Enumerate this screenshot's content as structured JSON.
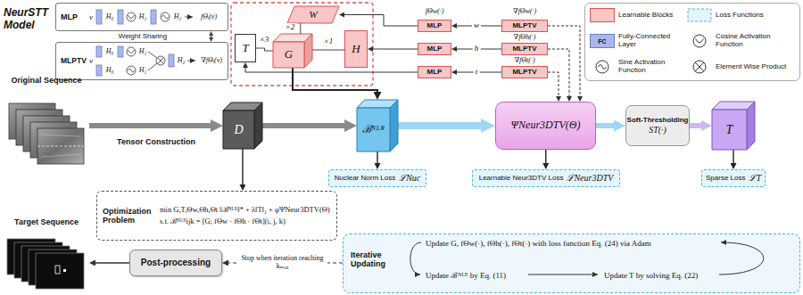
{
  "diagram": {
    "title": "NeurSTT Model",
    "nodes": [
      {
        "text": [
          "MLP"
        ]
      },
      {
        "text": [
          "MLPTV"
        ]
      },
      {
        "text": [
          "T"
        ]
      },
      {
        "text": [
          "G"
        ]
      },
      {
        "text": [
          "W"
        ]
      },
      {
        "text": [
          "H"
        ]
      },
      {
        "text": [
          "MLP"
        ]
      },
      {
        "text": [
          "MLPTV"
        ]
      },
      {
        "text": [
          "MLP"
        ]
      },
      {
        "text": [
          "MLPTV"
        ]
      },
      {
        "text": [
          "MLP"
        ]
      },
      {
        "text": [
          "MLPTV"
        ]
      },
      {
        "text": [
          "Original Sequence"
        ]
      },
      {
        "text": [
          "D"
        ]
      },
      {
        "text": [
          "ℬᴺᴸᴿ"
        ]
      },
      {
        "text": [
          "ΨNeur3DTV(Θ)"
        ]
      },
      {
        "text": [
          "Soft-Thresholding",
          "ST(·)"
        ]
      },
      {
        "text": [
          "T"
        ]
      },
      {
        "text": [
          "Nuclear Norm Loss",
          "ℒNuc"
        ]
      },
      {
        "text": [
          "Learnable Neur3DTV Loss",
          "ℒNeur3DTV"
        ]
      },
      {
        "text": [
          "Sparse Loss",
          "ℒT"
        ]
      },
      {
        "text": [
          "Optimization Problem",
          "min G,T,Θw,Θh,Θt ‖ℬᴺᴸᴿ‖* + λ‖T‖₁ + φΨNeur3DTV(Θ)",
          "s.t. ℬᴺᴸᴿijk = [G; fΘw · fΘh · fΘt](i, j, k)"
        ]
      },
      {
        "text": [
          "Post-processing"
        ]
      },
      {
        "text": [
          "Iterative Updating",
          "Update G, fΘw(·), fΘh(·), fΘt(·) with loss function Eq. (24) via Adam",
          "Update ℬᴺᴸᴿ by Eq. (11)",
          "Update T by solving Eq. (22)"
        ]
      },
      {
        "text": [
          "Target Sequence"
        ]
      }
    ],
    "edges": [
      {
        "from": 0,
        "to": 1,
        "arrow": "both",
        "label": "Weight Sharing"
      },
      {
        "from": 3,
        "to": 4,
        "arrow": "none",
        "label": "×2"
      },
      {
        "from": 3,
        "to": 5,
        "arrow": "none",
        "label": "×1"
      },
      {
        "from": 3,
        "to": 2,
        "arrow": "none",
        "label": "×3"
      },
      {
        "from": 7,
        "to": 6,
        "arrow": "to",
        "label": "w"
      },
      {
        "from": 6,
        "to": 4,
        "arrow": "to",
        "label": "fΘw(·)"
      },
      {
        "from": 9,
        "to": 8,
        "arrow": "to",
        "label": "h"
      },
      {
        "from": 8,
        "to": 5,
        "arrow": "to"
      },
      {
        "from": 11,
        "to": 10,
        "arrow": "to",
        "label": "t"
      },
      {
        "from": 10,
        "to": 2,
        "arrow": "to"
      },
      {
        "from": 3,
        "to": 14,
        "arrow": "to"
      },
      {
        "from": 7,
        "to": 15,
        "arrow": "to"
      },
      {
        "from": 9,
        "to": 15,
        "arrow": "to"
      },
      {
        "from": 11,
        "to": 15,
        "arrow": "to"
      },
      {
        "from": 12,
        "to": 13,
        "arrow": "to",
        "label": "Tensor Construction"
      },
      {
        "from": 13,
        "to": 14,
        "arrow": "to"
      },
      {
        "from": 14,
        "to": 15,
        "arrow": "to"
      },
      {
        "from": 15,
        "to": 16,
        "arrow": "to"
      },
      {
        "from": 16,
        "to": 17,
        "arrow": "to"
      },
      {
        "from": 14,
        "to": 18,
        "arrow": "to"
      },
      {
        "from": 15,
        "to": 19,
        "arrow": "to"
      },
      {
        "from": 17,
        "to": 20,
        "arrow": "to"
      },
      {
        "from": 13,
        "to": 21,
        "arrow": "to"
      },
      {
        "from": 23,
        "to": 22,
        "arrow": "to",
        "label": "Stop when iteration reaching kₘₐₓ"
      },
      {
        "from": 22,
        "to": 24,
        "arrow": "to"
      }
    ],
    "labels": [
      "v",
      "H₀",
      "H₁",
      "H₂",
      "fΘᵢ(v)",
      "v",
      "H₀",
      "H₁",
      "H₀",
      "H₁",
      "H₂",
      "∇fΘᵢ(v)",
      "∇fΘw(·)",
      "∇fΘh(·)",
      "∇fΘt(·)",
      "FC"
    ],
    "legend": [
      {
        "text": "Learnable Blocks",
        "color": "#f8c6c6"
      },
      {
        "text": "Loss Functions"
      },
      {
        "text": "Fully-Connected Layer",
        "color": "#aab7ec"
      },
      {
        "text": "Cosine Activation Function"
      },
      {
        "text": "Sine Activation Function"
      },
      {
        "text": "Element Wise Product"
      }
    ]
  }
}
